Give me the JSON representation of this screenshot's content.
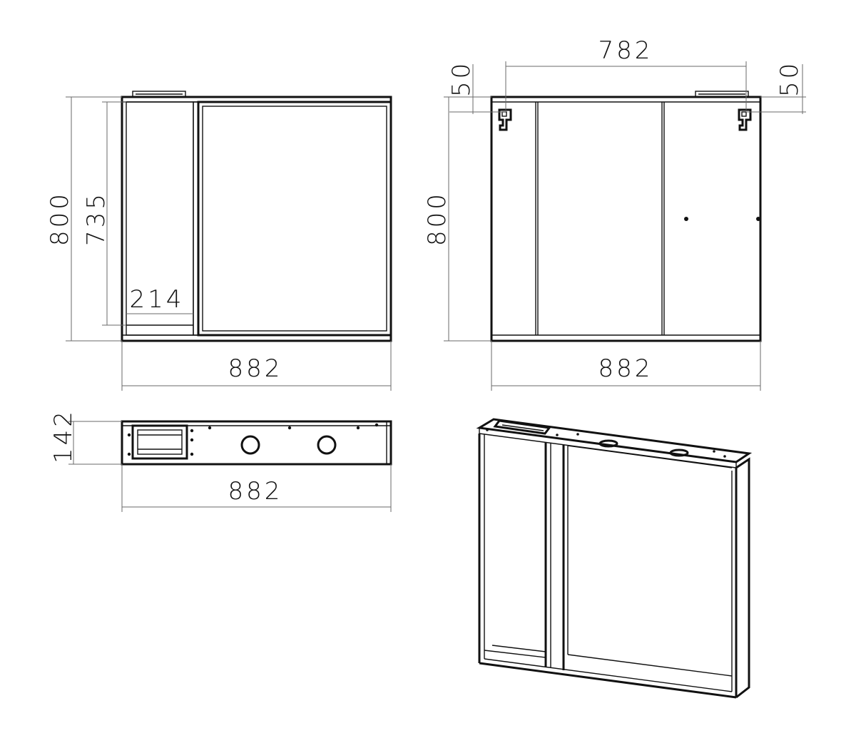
{
  "dimensions": {
    "front_height_outer": "800",
    "front_height_inner": "735",
    "front_shelf_width": "214",
    "front_width": "882",
    "back_hanger_spacing": "782",
    "back_hanger_offset_left": "50",
    "back_hanger_offset_right": "50",
    "back_height": "800",
    "back_width": "882",
    "top_depth": "142",
    "top_width": "882"
  },
  "colors": {
    "line": "#111111",
    "dimension_line": "#6a6a6a",
    "background": "#ffffff"
  }
}
